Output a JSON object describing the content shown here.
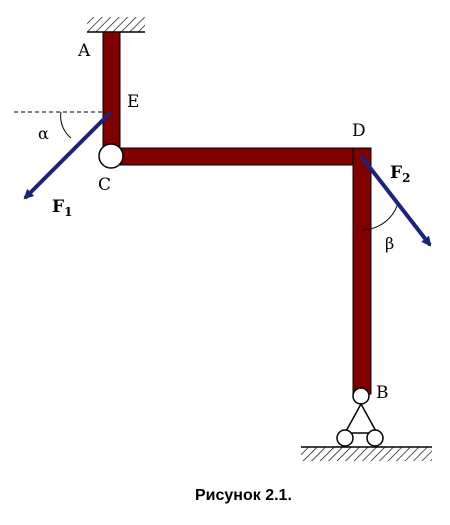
{
  "labels": {
    "A": "A",
    "E": "E",
    "C": "C",
    "D": "D",
    "B": "B"
  },
  "forces": {
    "f1": {
      "name": "F",
      "sub": "1"
    },
    "f2": {
      "name": "F",
      "sub": "2"
    }
  },
  "angles": {
    "alpha": "α",
    "beta": "β"
  },
  "caption": "Рисунок 2.1.",
  "colors": {
    "beam": "#800000",
    "force": "#1a237e",
    "outline": "#000000"
  }
}
